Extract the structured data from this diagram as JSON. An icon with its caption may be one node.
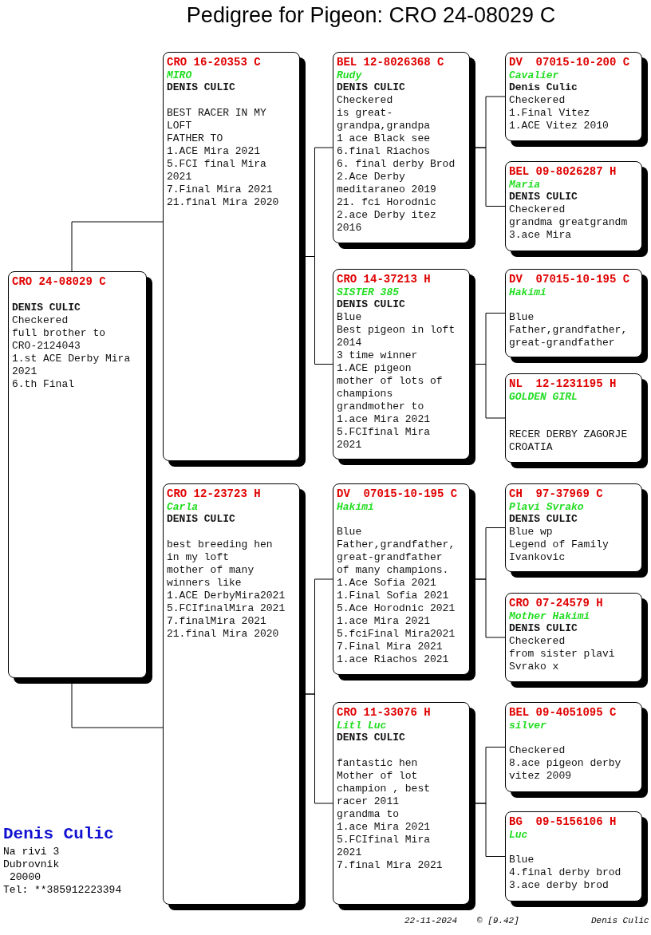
{
  "diagram": {
    "title": "Pedigree for Pigeon: CRO 24-08029 C",
    "nodes": [
      {
        "text": [
          "CRO 24-08029 C",
          "DENIS CULIC",
          "Checkered",
          "full brother to CRO-2124043",
          "1.st ACE Derby Mira 2021",
          "6.th Final"
        ]
      },
      {
        "text": [
          "CRO 16-20353 C",
          "MIRO",
          "DENIS CULIC",
          "BEST RACER IN MY LOFT",
          "FATHER TO",
          "1.ACE Mira 2021",
          "5.FCI final Mira 2021",
          "7.Final Mira 2021",
          "21.final Mira 2020"
        ]
      },
      {
        "text": [
          "CRO 12-23723 H",
          "Carla",
          "DENIS CULIC",
          "best breeding hen in my loft",
          "mother of many winners like",
          "1.ACE DerbyMira2021",
          "5.FCIfinalMira 2021",
          "7.finalMira 2021",
          "21.final Mira 2020"
        ]
      },
      {
        "text": [
          "BEL 12-8026368 C",
          "Rudy",
          "DENIS CULIC",
          "Checkered",
          "is great-grandpa,grandpa",
          "1 ace Black see",
          "6.final Riachos",
          "6. final derby Brod",
          "2.Ace Derby meditaraneo 2019",
          "21. fci Horodnic",
          "2.ace Derby itez 2016"
        ]
      },
      {
        "text": [
          "CRO 14-37213 H",
          "SISTER 385",
          "DENIS CULIC",
          "Blue",
          "Best pigeon in loft 2014",
          "3 time winner",
          "1.ACE pigeon",
          "mother of lots of champions",
          "grandmother to",
          "1.ace Mira 2021",
          "5.FCIfinal Mira 2021"
        ]
      },
      {
        "text": [
          "DV  07015-10-195 C",
          "Hakimi",
          "Blue",
          "Father,grandfather, great-grandfather of many champions.",
          "1.Ace Sofia 2021",
          "1.Final Sofia 2021",
          "5.Ace Horodnic 2021",
          "1.ace Mira 2021",
          "5.fciFinal Mira2021",
          "7.Final Mira 2021",
          "1.ace Riachos 2021"
        ]
      },
      {
        "text": [
          "CRO 11-33076 H",
          "Litl Luc",
          "DENIS CULIC",
          "fantastic hen",
          "Mother of lot champion , best racer 2011",
          "grandma to",
          "1.ace Mira 2021",
          "5.FCIfinal Mira 2021",
          "7.final Mira 2021"
        ]
      },
      {
        "text": [
          "DV  07015-10-200 C",
          "Cavalier",
          "Denis Culic",
          "Checkered",
          "1.Final Vitez",
          "1.ACE Vitez 2010"
        ]
      },
      {
        "text": [
          "BEL 09-8026287 H",
          "Maria",
          "DENIS CULIC",
          "Checkered",
          "grandma greatgrandm",
          "3.ace Mira"
        ]
      },
      {
        "text": [
          "DV  07015-10-195 C",
          "Hakimi",
          "Blue",
          "Father,grandfather, great-grandfather"
        ]
      },
      {
        "text": [
          "NL  12-1231195 H",
          "GOLDEN GIRL",
          "RECER DERBY ZAGORJE CROATIA"
        ]
      },
      {
        "text": [
          "CH  97-37969 C",
          "Plavi Svrako",
          "DENIS CULIC",
          "Blue wp",
          "Legend of Family Ivankovic"
        ]
      },
      {
        "text": [
          "CRO 07-24579 H",
          "Mother Hakimi",
          "DENIS CULIC",
          "Checkered",
          "from sister plavi Svrako x"
        ]
      },
      {
        "text": [
          "BEL 09-4051095 C",
          "silver",
          "Checkered",
          "8.ace pigeon derby vitez 2009"
        ]
      },
      {
        "text": [
          "BG  09-5156106 H",
          "Luc",
          "Blue",
          "4.final derby brod",
          "3.ace derby brod"
        ]
      }
    ],
    "edges": [
      {
        "from": 0,
        "to": 1,
        "arrow": "none"
      },
      {
        "from": 0,
        "to": 2,
        "arrow": "none"
      },
      {
        "from": 1,
        "to": 3,
        "arrow": "none"
      },
      {
        "from": 1,
        "to": 4,
        "arrow": "none"
      },
      {
        "from": 2,
        "to": 5,
        "arrow": "none"
      },
      {
        "from": 2,
        "to": 6,
        "arrow": "none"
      },
      {
        "from": 3,
        "to": 7,
        "arrow": "none"
      },
      {
        "from": 3,
        "to": 8,
        "arrow": "none"
      },
      {
        "from": 4,
        "to": 9,
        "arrow": "none"
      },
      {
        "from": 4,
        "to": 10,
        "arrow": "none"
      },
      {
        "from": 5,
        "to": 11,
        "arrow": "none"
      },
      {
        "from": 5,
        "to": 12,
        "arrow": "none"
      },
      {
        "from": 6,
        "to": 13,
        "arrow": "none"
      },
      {
        "from": 6,
        "to": 14,
        "arrow": "none"
      }
    ],
    "labels": [
      "Denis Culic",
      "Na rivi 3",
      "Dubrovnik",
      "20000",
      "Tel: **385912223394",
      "22-11-2024",
      "© [9.42]",
      "Denis Culic"
    ]
  }
}
